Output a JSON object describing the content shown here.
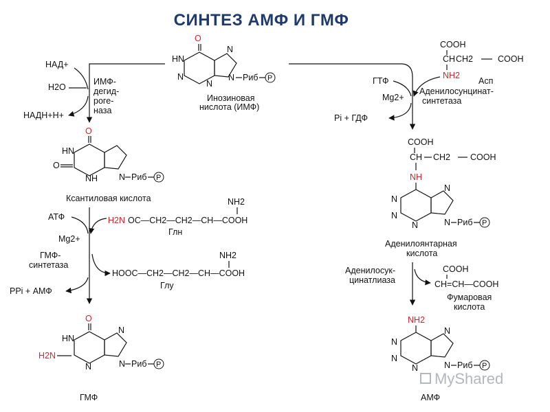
{
  "title": "СИНТЕЗ АМФ И ГМФ",
  "molecules": {
    "imp": {
      "name_line1": "Инозиновая",
      "name_line2": "нислота (ИМФ)",
      "carbonyl_o": "O",
      "ring_hn": "HN",
      "ring_n": "N",
      "rib": "Риб",
      "p": "P"
    },
    "xmp": {
      "name": "Ксантиловая кислота",
      "carbonyl_o": "O",
      "ring_hn": "HN",
      "ring_o": "O",
      "ring_nh": "NH",
      "rib": "Риб",
      "p": "P"
    },
    "gmp": {
      "name": "ГМФ",
      "carbonyl_o": "O",
      "ring_hn": "HN",
      "nh2": "H2N",
      "rib": "Риб",
      "p": "P"
    },
    "sampl": {
      "name_line1": "Аденилоянтарная",
      "name_line2": "кислота",
      "nh": "NH",
      "cooh1": "COOH",
      "cooh2": "COOH",
      "ch": "CH",
      "ch2": "CH2",
      "rib": "Риб",
      "p": "P"
    },
    "amp": {
      "name": "АМФ",
      "nh2": "NH2",
      "rib": "Риб",
      "p": "P"
    },
    "asp": {
      "label": "Асп",
      "cooh1": "COOH",
      "cooh2": "COOH",
      "ch": "CH",
      "ch2": "CH2",
      "nh2": "NH2"
    },
    "gln": {
      "label": "Глн",
      "h2n": "H2N",
      "chain": "OC—CH2—CH2—CH—COOH",
      "nh2": "NH2"
    },
    "glu": {
      "label": "Глу",
      "chain": "HOOC—CH2—CH2—CH—COOH",
      "nh2": "NH2"
    },
    "fumarate": {
      "label_line1": "Фумаровая",
      "label_line2": "кислота",
      "cooh1": "COOH",
      "cooh2": "COOH",
      "chain": "CH=CH—COOH"
    }
  },
  "left_path": {
    "nad": "НАД+",
    "h2o": "H2O",
    "nadh": "НАДН+Н+",
    "enzyme1_line1": "ИМФ-",
    "enzyme1_line2": "дегид-",
    "enzyme1_line3": "роге-",
    "enzyme1_line4": "наза",
    "atp": "АТФ",
    "mg": "Mg2+",
    "enzyme2_line1": "ГМФ-",
    "enzyme2_line2": "синтетаза",
    "ppi_amp": "PPi + АМФ"
  },
  "right_path": {
    "gtp": "ГТФ",
    "mg": "Mg2+",
    "enzyme1_line1": "Аденилосунцинат-",
    "enzyme1_line2": "синтетаза",
    "pi_gdp": "Pi  + ГДФ",
    "enzyme2_line1": "Аденилосук-",
    "enzyme2_line2": "цинатлиаза"
  },
  "watermark": "MyShared"
}
